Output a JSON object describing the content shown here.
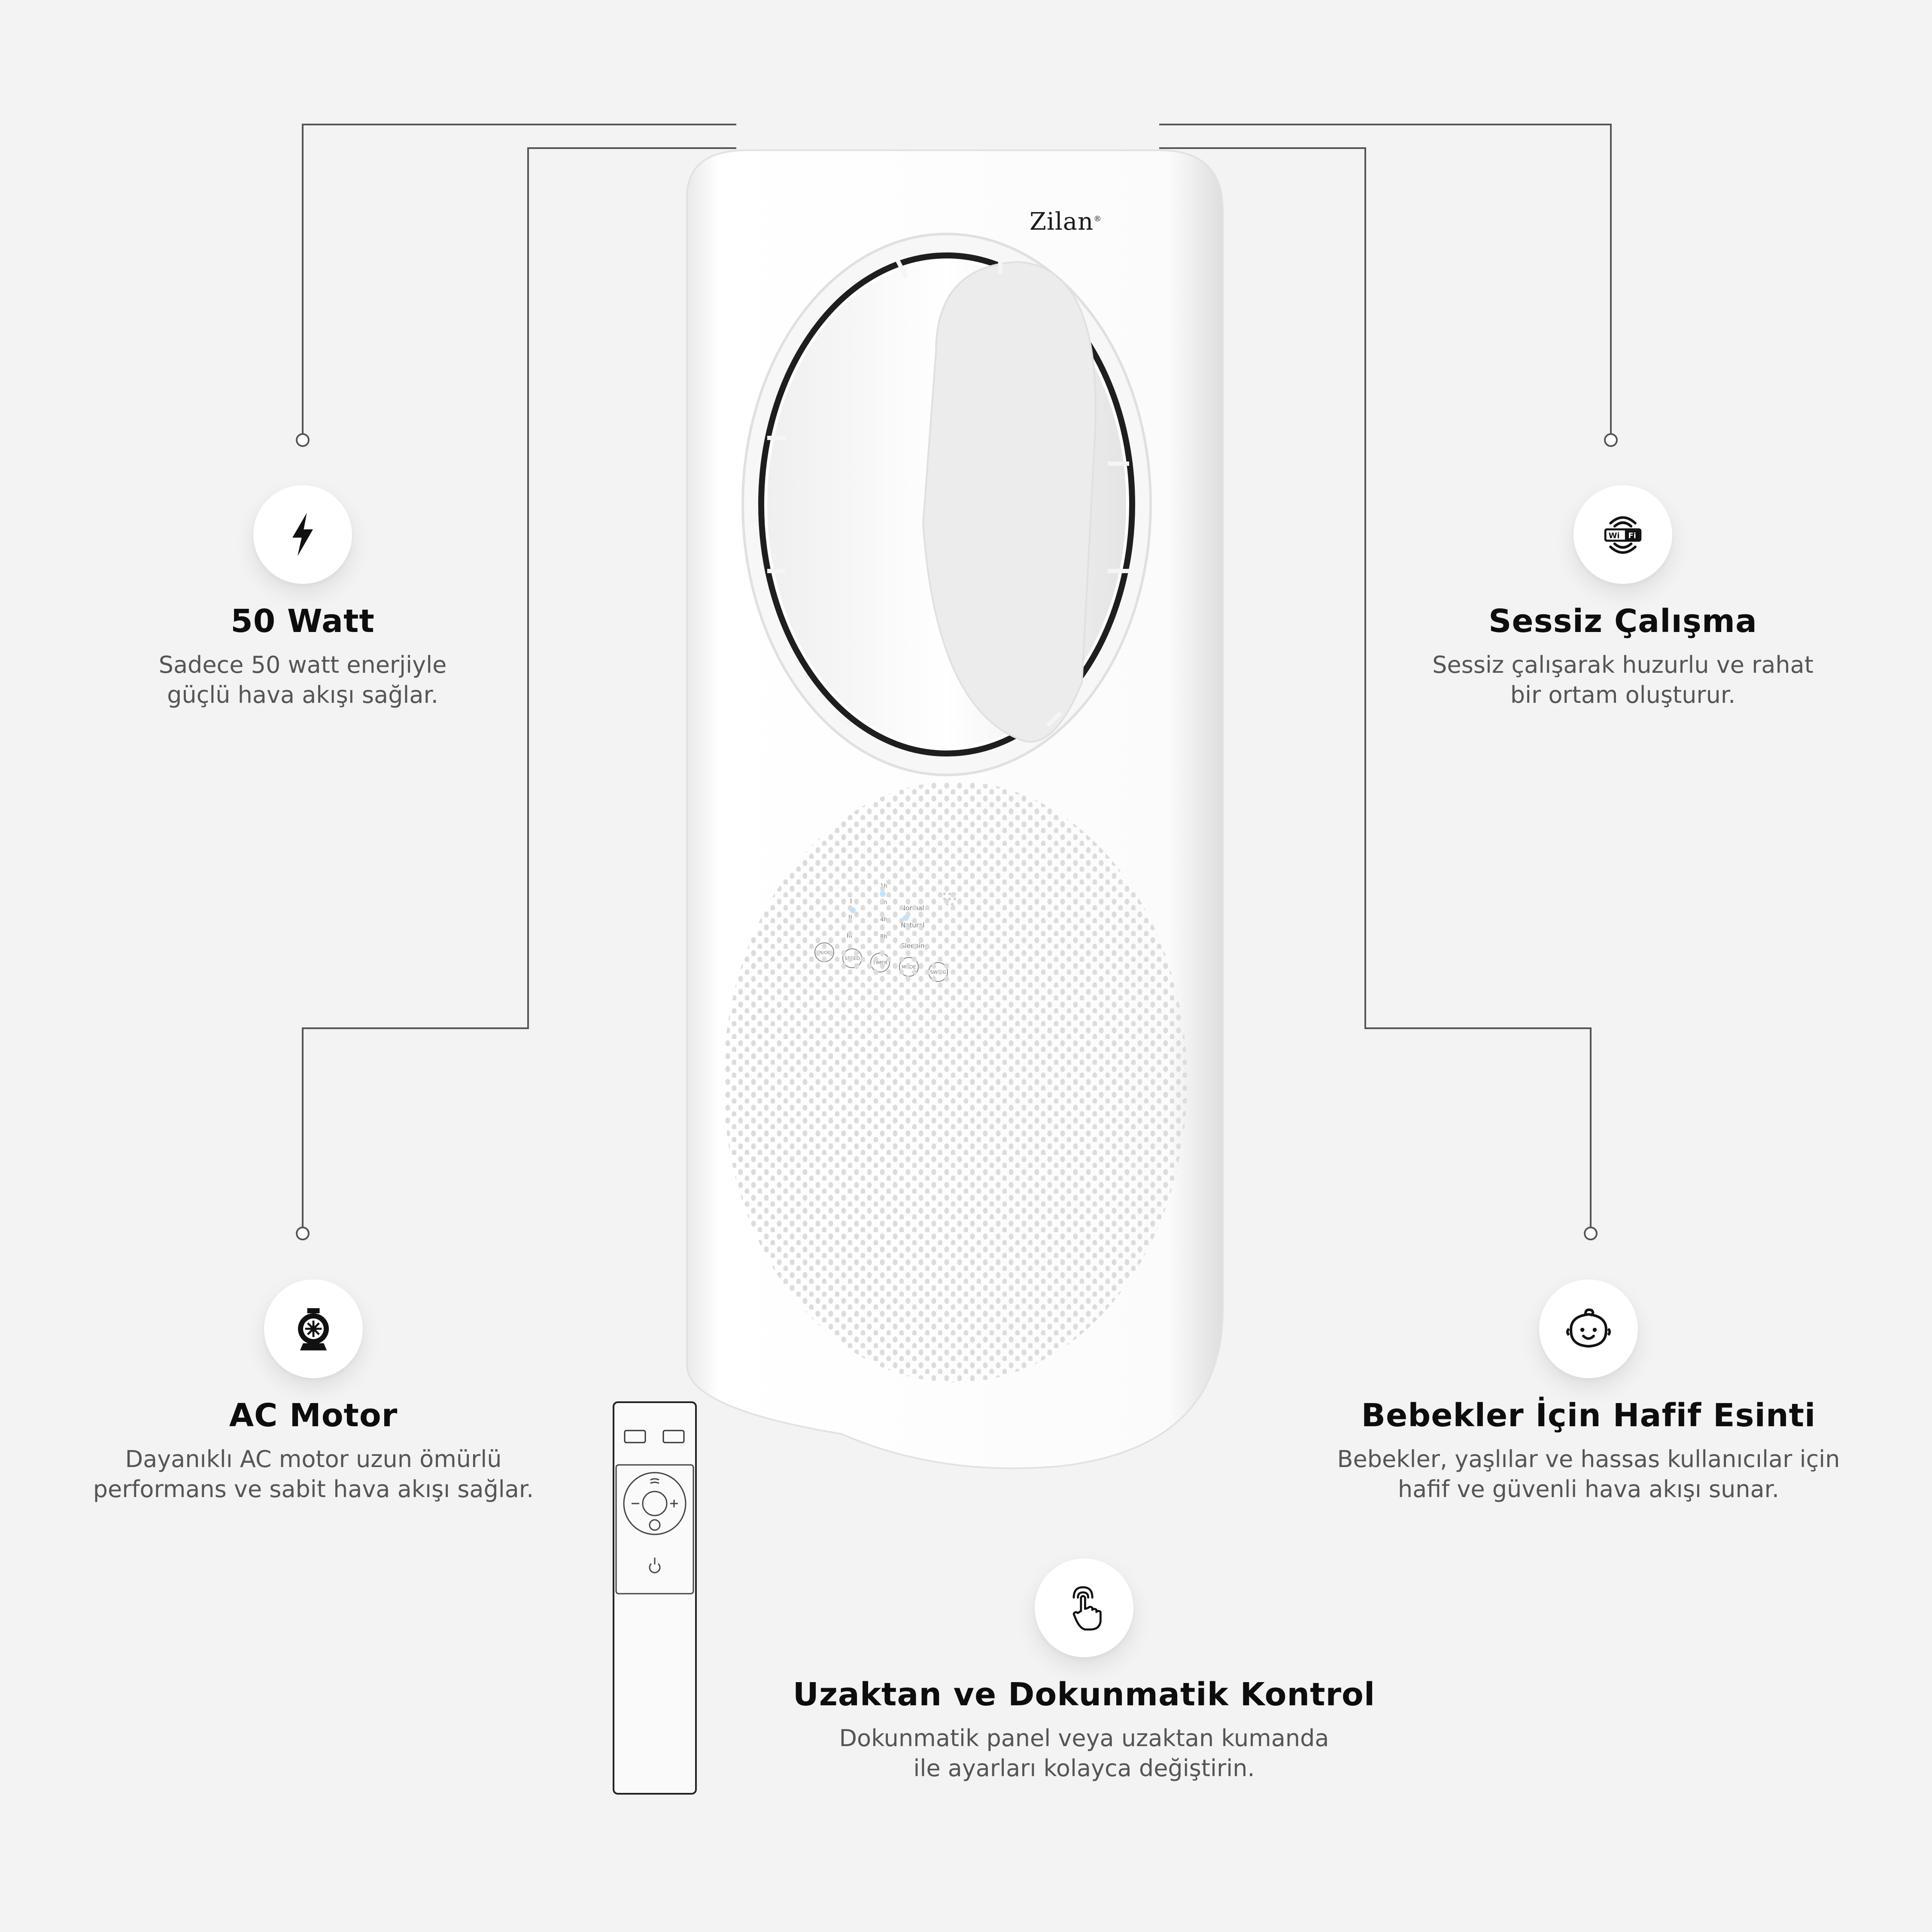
{
  "product": {
    "brand": "Zilan",
    "panel": {
      "speed_marks": [
        "I",
        "II",
        "III"
      ],
      "timer_marks": [
        "1h",
        "2h",
        "4h",
        "8h"
      ],
      "modes": [
        "Normal",
        "Natural",
        "Sleeping"
      ],
      "buttons": [
        {
          "id": "power",
          "label": "ON/OFF"
        },
        {
          "id": "speed",
          "label": "SPEED"
        },
        {
          "id": "timer",
          "label": "TIMER"
        },
        {
          "id": "mode",
          "label": "MODE"
        },
        {
          "id": "swing",
          "label": "SWING"
        }
      ]
    }
  },
  "features": {
    "watt": {
      "icon": "lightning-icon",
      "title": "50 Watt",
      "desc_1": "Sadece 50 watt enerjiyle",
      "desc_2": "güçlü hava akışı sağlar."
    },
    "silent": {
      "icon": "wifi-icon",
      "wifi_text": "WiFi",
      "title": "Sessiz Çalışma",
      "desc_1": "Sessiz çalışarak huzurlu ve rahat",
      "desc_2": "bir ortam oluşturur."
    },
    "motor": {
      "icon": "motor-icon",
      "title": "AC Motor",
      "desc_1": "Dayanıklı AC motor uzun ömürlü",
      "desc_2": "performans ve sabit hava akışı sağlar."
    },
    "baby": {
      "icon": "baby-face-icon",
      "title": "Bebekler İçin Hafif Esinti",
      "desc_1": "Bebekler, yaşlılar ve hassas kullanıcılar için",
      "desc_2": "hafif ve güvenli hava akışı sunar."
    },
    "remote": {
      "icon": "touch-hand-icon",
      "title": "Uzaktan ve Dokunmatik Kontrol",
      "desc_1": "Dokunmatik panel veya uzaktan kumanda",
      "desc_2": "ile ayarları kolayca değiştirin."
    }
  },
  "colors": {
    "background": "#f3f3f3",
    "line": "#555555",
    "product": "#ffffff",
    "text": "#111111"
  }
}
